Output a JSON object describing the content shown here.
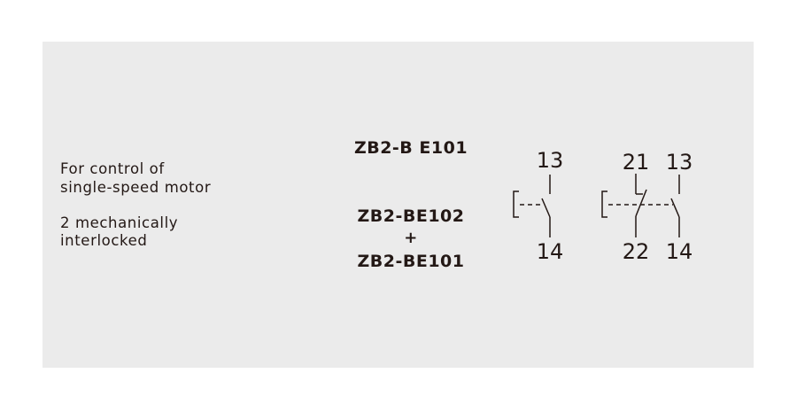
{
  "description": {
    "line1": "For control of",
    "line2": "single-speed motor",
    "line3": "2 mechanically",
    "line4": "interlocked"
  },
  "models": {
    "single": "ZB2-B E101",
    "combo_top": "ZB2-BE102",
    "combo_plus": "+",
    "combo_bottom": "ZB2-BE101"
  },
  "symbol_no": {
    "top_terminal": "13",
    "bottom_terminal": "14"
  },
  "symbol_nc_no": {
    "nc_top": "21",
    "no_top": "13",
    "nc_bottom": "22",
    "no_bottom": "14"
  },
  "colors": {
    "panel": "#ebebeb",
    "ink": "#231815"
  }
}
